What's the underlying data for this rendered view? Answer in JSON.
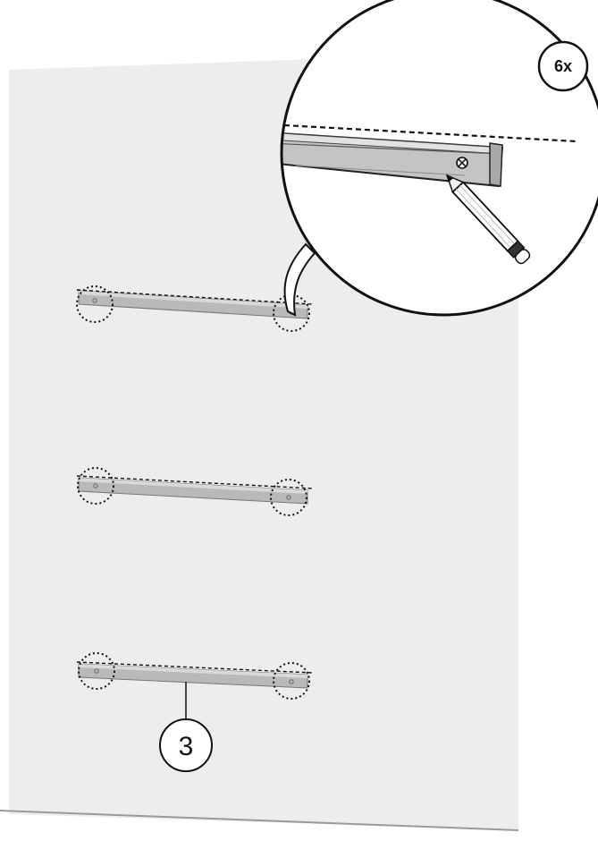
{
  "diagram": {
    "quantity_label": "6x",
    "part_number": "3",
    "colors": {
      "wall": "#ededed",
      "rail_fill": "#b9b9b9",
      "rail_top": "#d9d9d9",
      "outline": "#1a1a1a",
      "background": "#ffffff"
    },
    "icons": [
      "pencil-icon",
      "screw-icon",
      "magnifier-callout"
    ],
    "rail_count": 3
  }
}
